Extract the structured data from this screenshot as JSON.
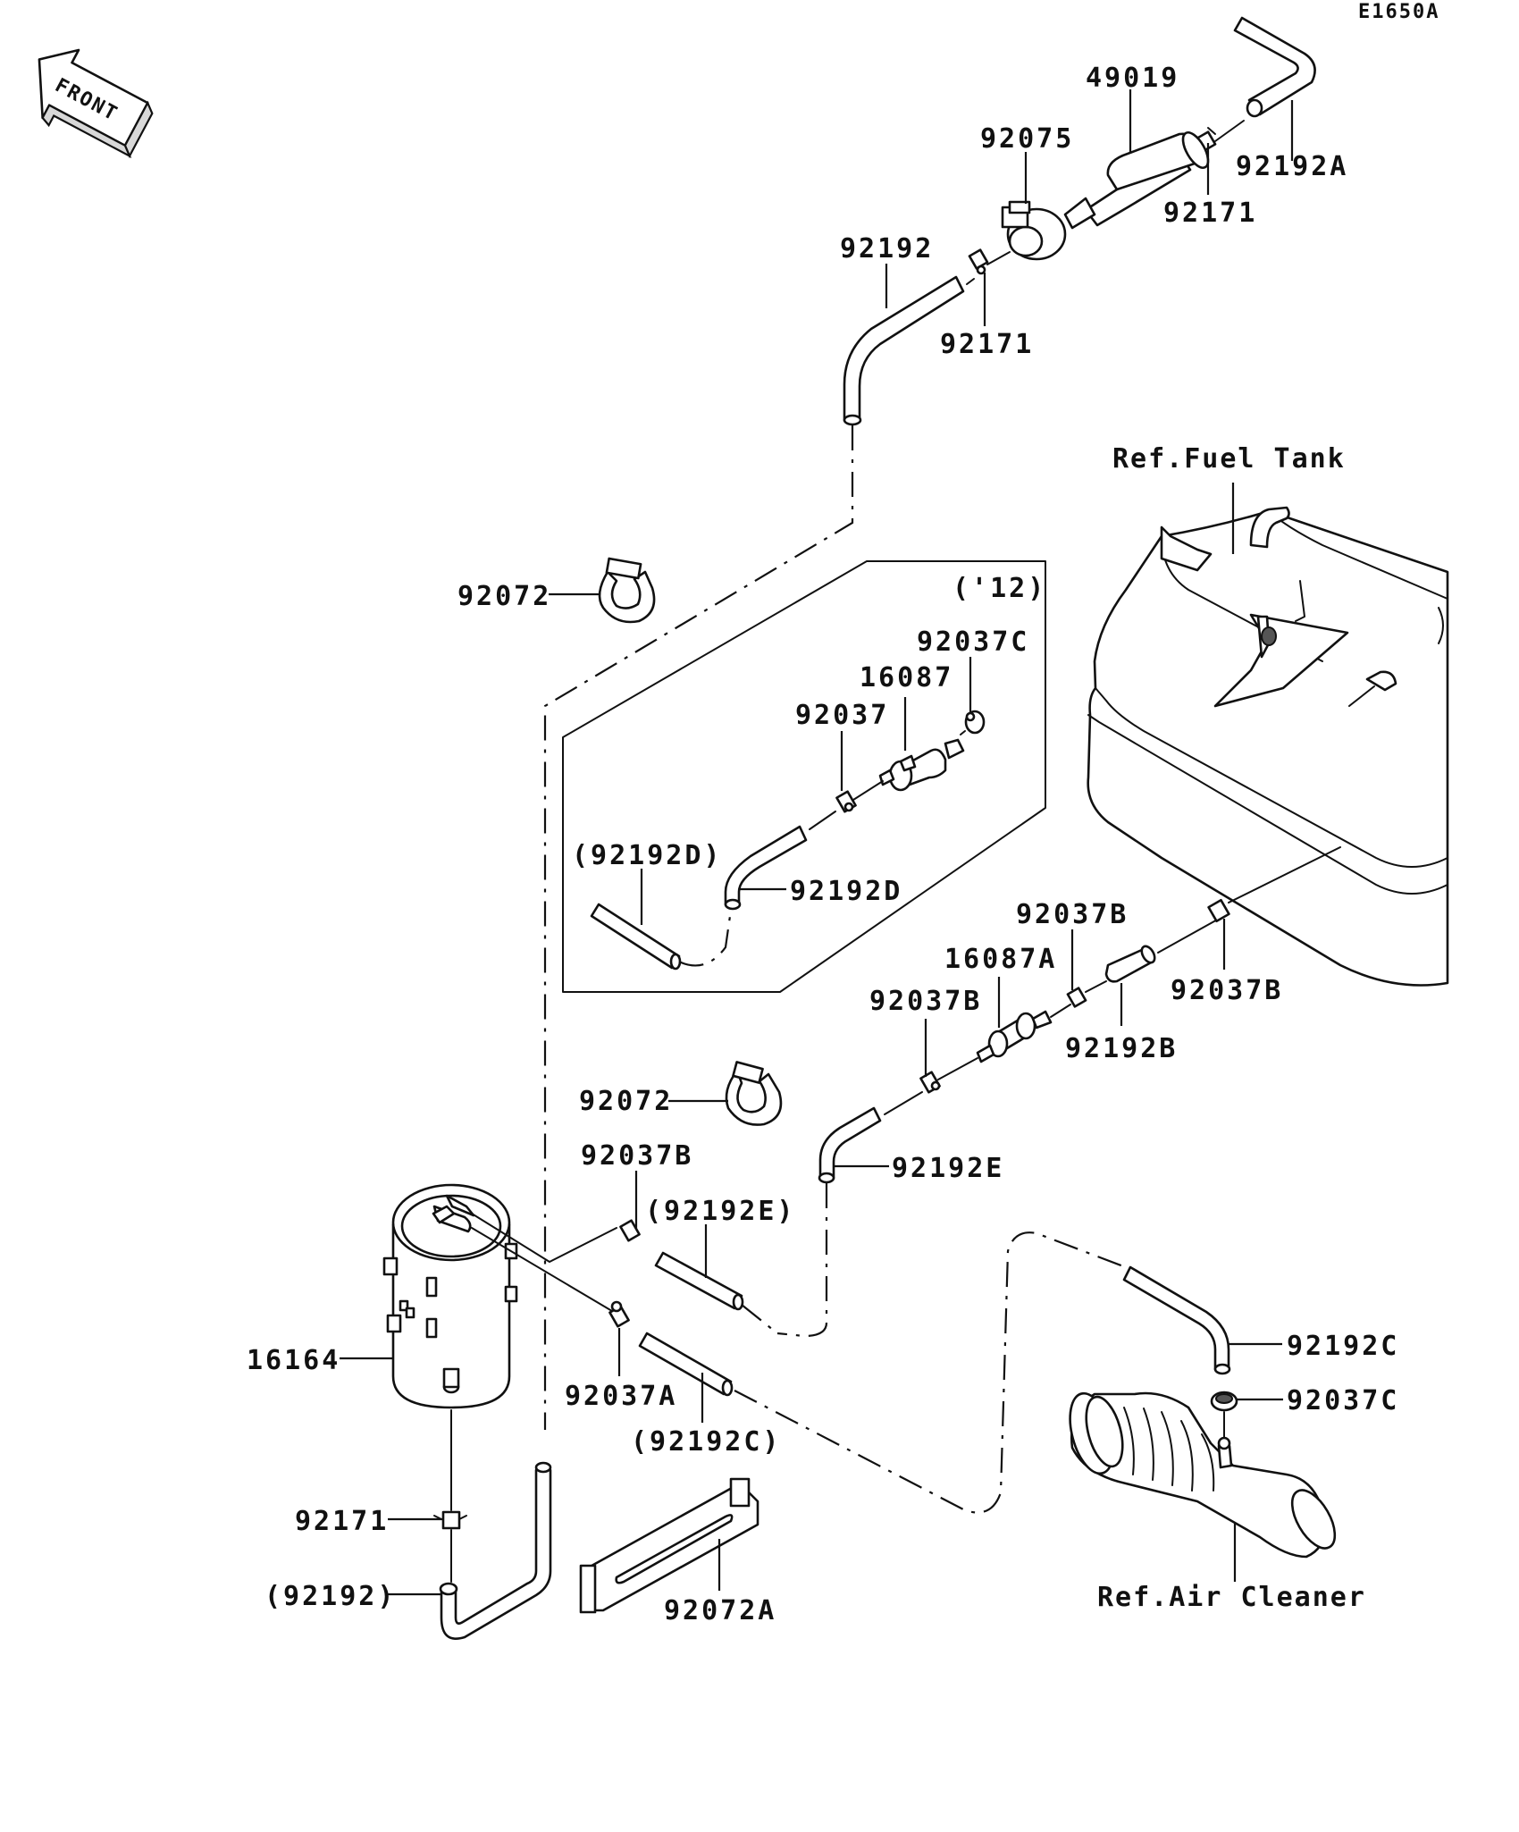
{
  "diagram_code": "E1650A",
  "front_arrow": {
    "text": "FRONT",
    "icon": "front-arrow-icon"
  },
  "group_marker": "('12)",
  "references": {
    "fuel_tank": "Ref.Fuel Tank",
    "air_cleaner": "Ref.Air Cleaner"
  },
  "labels": {
    "p49019": "49019",
    "p92075": "92075",
    "p92192A": "92192A",
    "p92171_top": "92171",
    "p92192": "92192",
    "p92171_mid": "92171",
    "p92072_top": "92072",
    "p92037C_top": "92037C",
    "p16087": "16087",
    "p92037": "92037",
    "p92192D_ref": "(92192D)",
    "p92192D": "92192D",
    "p92037B_a": "92037B",
    "p16087A": "16087A",
    "p92037B_b": "92037B",
    "p92037B_c": "92037B",
    "p92192B": "92192B",
    "p92072_mid": "92072",
    "p92192E": "92192E",
    "p92037B_d": "92037B",
    "p92192E_ref": "(92192E)",
    "p16164": "16164",
    "p92037A": "92037A",
    "p92192C_ref": "(92192C)",
    "p92192C": "92192C",
    "p92037C_bot": "92037C",
    "p92171_bot": "92171",
    "p92192_ref": "(92192)",
    "p92072A": "92072A"
  }
}
